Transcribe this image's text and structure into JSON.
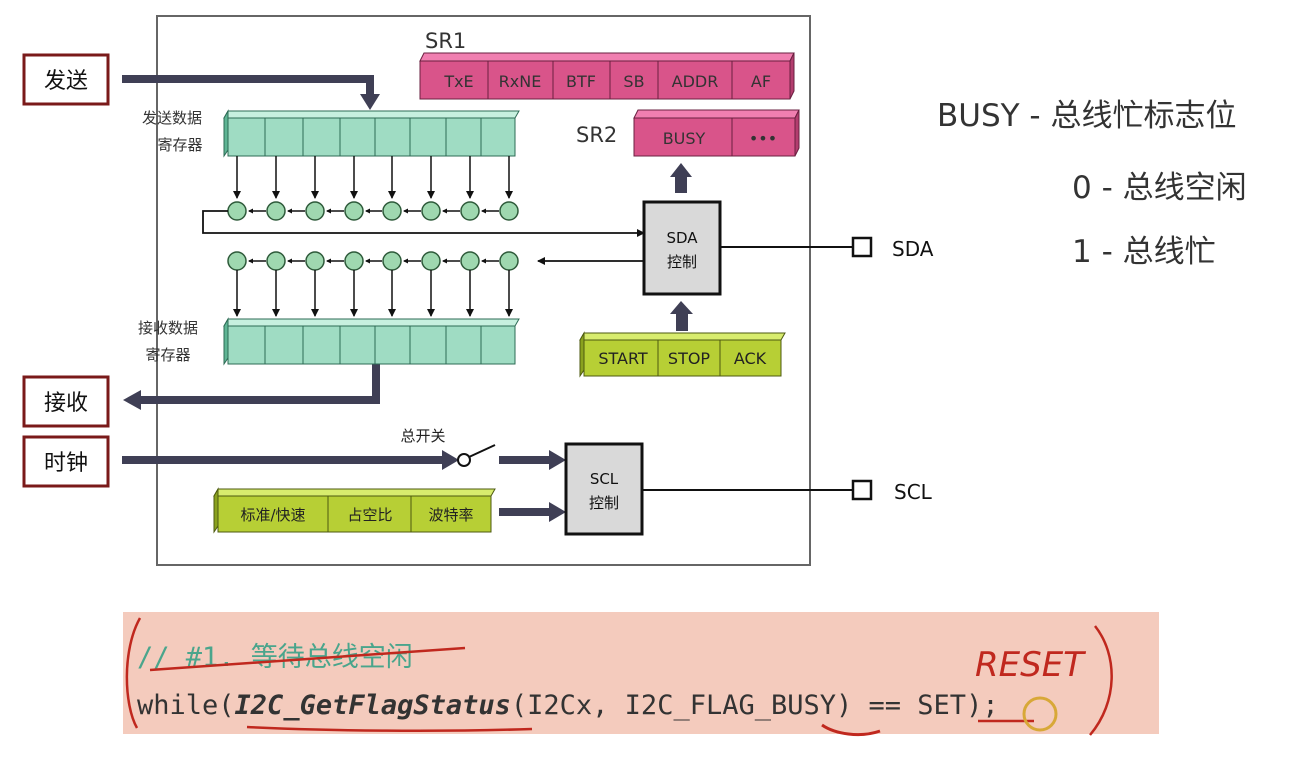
{
  "colors": {
    "register_pink": "#d9548a",
    "register_teal": "#9fdcc3",
    "control_green": "#b7cf35",
    "io_label_border": "#7a1a1a",
    "arrow": "#3f3f55",
    "code_bg": "#f4cbbd",
    "annotation": "#c0281e"
  },
  "io": {
    "send": "发送",
    "receive": "接收",
    "clock": "时钟"
  },
  "registers": {
    "sr1": {
      "title": "SR1",
      "bits": [
        "TxE",
        "RxNE",
        "BTF",
        "SB",
        "ADDR",
        "AF"
      ]
    },
    "sr2": {
      "title": "SR2",
      "bits": [
        "BUSY",
        "•••"
      ]
    }
  },
  "data_regs": {
    "tx_label": [
      "发送数据",
      "寄存器"
    ],
    "rx_label": [
      "接收数据",
      "寄存器"
    ]
  },
  "sda_ctrl": [
    "SDA",
    "控制"
  ],
  "scl_ctrl": [
    "SCL",
    "控制"
  ],
  "control_bits": [
    "START",
    "STOP",
    "ACK"
  ],
  "clock_config": [
    "标准/快速",
    "占空比",
    "波特率"
  ],
  "switch_label": "总开关",
  "pins": {
    "sda": "SDA",
    "scl": "SCL"
  },
  "side_note": {
    "title": "BUSY - 总线忙标志位",
    "line0": "0 - 总线空闲",
    "line1": "1 - 总线忙"
  },
  "code": {
    "comment": "// #1. 等待总线空闲",
    "line_prefix": "while(",
    "func": "I2C_GetFlagStatus",
    "line_args": "(I2Cx, I2C_FLAG_BUSY) == ",
    "value": "SET",
    "line_suffix": ");",
    "annotation": "RESET"
  }
}
